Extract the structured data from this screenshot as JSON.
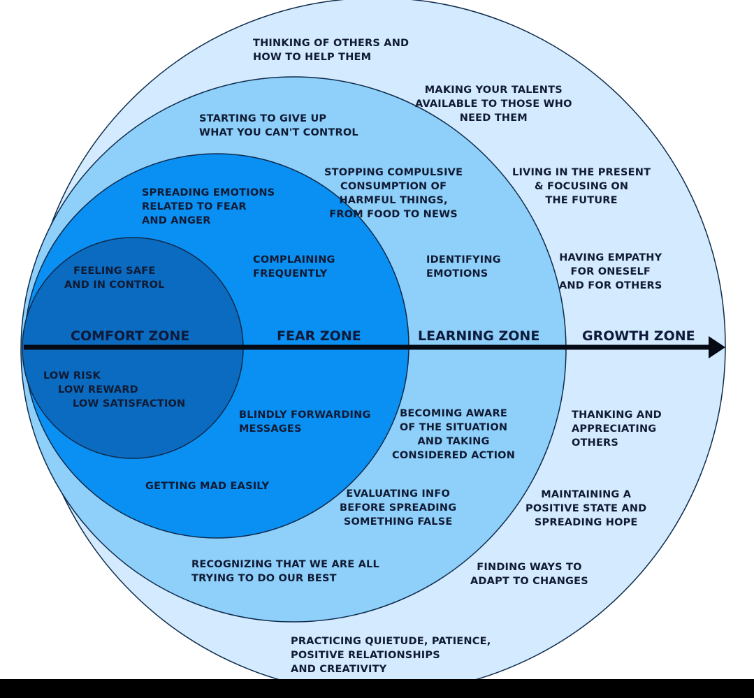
{
  "colors": {
    "growth": "#d4ebff",
    "learning": "#8fd0fb",
    "fear": "#0a8ff2",
    "comfort": "#0a6bc0",
    "outline": "#0d2a4a",
    "arrow": "#050a14",
    "text": "#101a33"
  },
  "zones": {
    "comfort": "COMFORT ZONE",
    "fear": "FEAR ZONE",
    "learning": "LEARNING ZONE",
    "growth": "GROWTH ZONE"
  },
  "comfort": {
    "feeling_safe": "FEELING SAFE\nAND IN CONTROL",
    "low_risk": "LOW RISK\n    LOW REWARD\n        LOW SATISFACTION"
  },
  "fear": {
    "spreading_emotions": "SPREADING EMOTIONS\nRELATED TO FEAR\nAND ANGER",
    "complaining": "COMPLAINING\nFREQUENTLY",
    "blindly_forwarding": "BLINDLY FORWARDING\nMESSAGES",
    "getting_mad": "GETTING MAD EASILY"
  },
  "learning": {
    "starting_to_give_up": "STARTING TO GIVE UP\nWHAT YOU CAN'T CONTROL",
    "stopping_compulsive": "STOPPING COMPULSIVE\nCONSUMPTION OF\nHARMFUL THINGS,\nFROM FOOD TO NEWS",
    "identifying_emotions": "IDENTIFYING\nEMOTIONS",
    "becoming_aware": "BECOMING AWARE\nOF THE SITUATION\nAND TAKING\nCONSIDERED ACTION",
    "evaluating_info": "EVALUATING INFO\nBEFORE SPREADING\nSOMETHING FALSE",
    "recognizing": "RECOGNIZING THAT WE ARE ALL\nTRYING TO DO OUR BEST"
  },
  "growth": {
    "thinking_of_others": "THINKING OF OTHERS AND\nHOW TO HELP THEM",
    "making_talents": "MAKING YOUR TALENTS\nAVAILABLE TO THOSE WHO\nNEED THEM",
    "living_present": "LIVING IN THE PRESENT\n& FOCUSING ON\nTHE FUTURE",
    "having_empathy": "HAVING EMPATHY\nFOR ONESELF\nAND FOR OTHERS",
    "thanking": "THANKING AND\nAPPRECIATING\nOTHERS",
    "maintaining": "MAINTAINING A\nPOSITIVE STATE AND\nSPREADING HOPE",
    "finding_ways": "FINDING WAYS TO\nADAPT TO CHANGES",
    "practicing": "PRACTICING QUIETUDE, PATIENCE,\nPOSITIVE RELATIONSHIPS\nAND CREATIVITY"
  }
}
